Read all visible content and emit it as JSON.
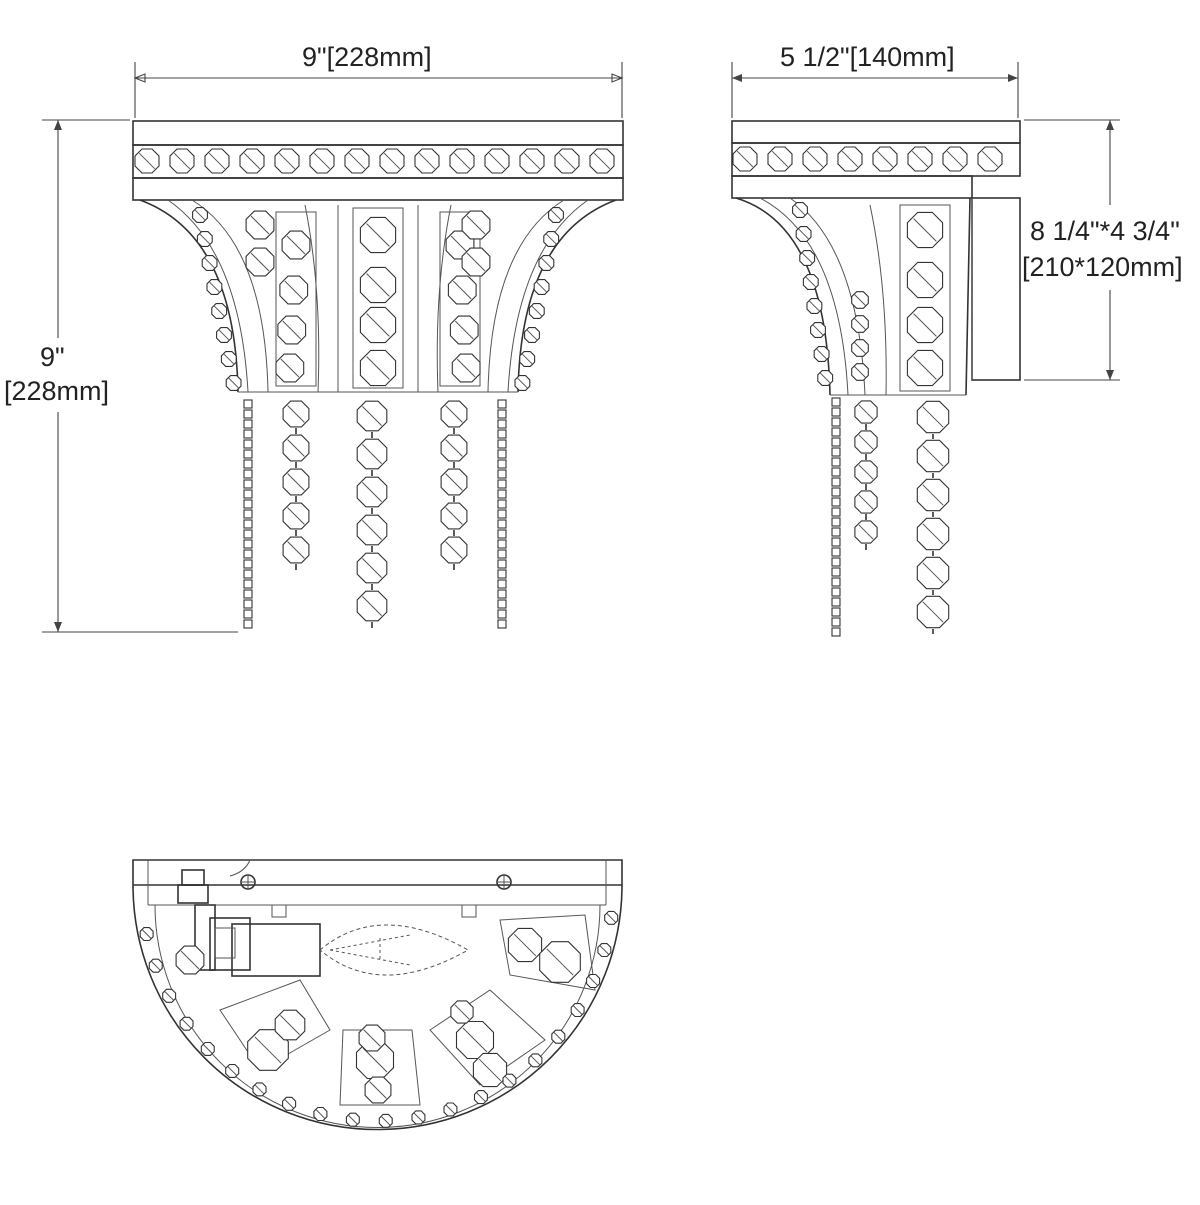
{
  "dimensions": {
    "front_width": "9\"[228mm]",
    "side_width": "5 1/2\"[140mm]",
    "height_in": "9\"",
    "height_mm": "[228mm]",
    "backplate_in": "8 1/4\"*4 3/4\"",
    "backplate_mm": "[210*120mm]"
  },
  "colors": {
    "line": "#333333",
    "background": "#ffffff"
  }
}
